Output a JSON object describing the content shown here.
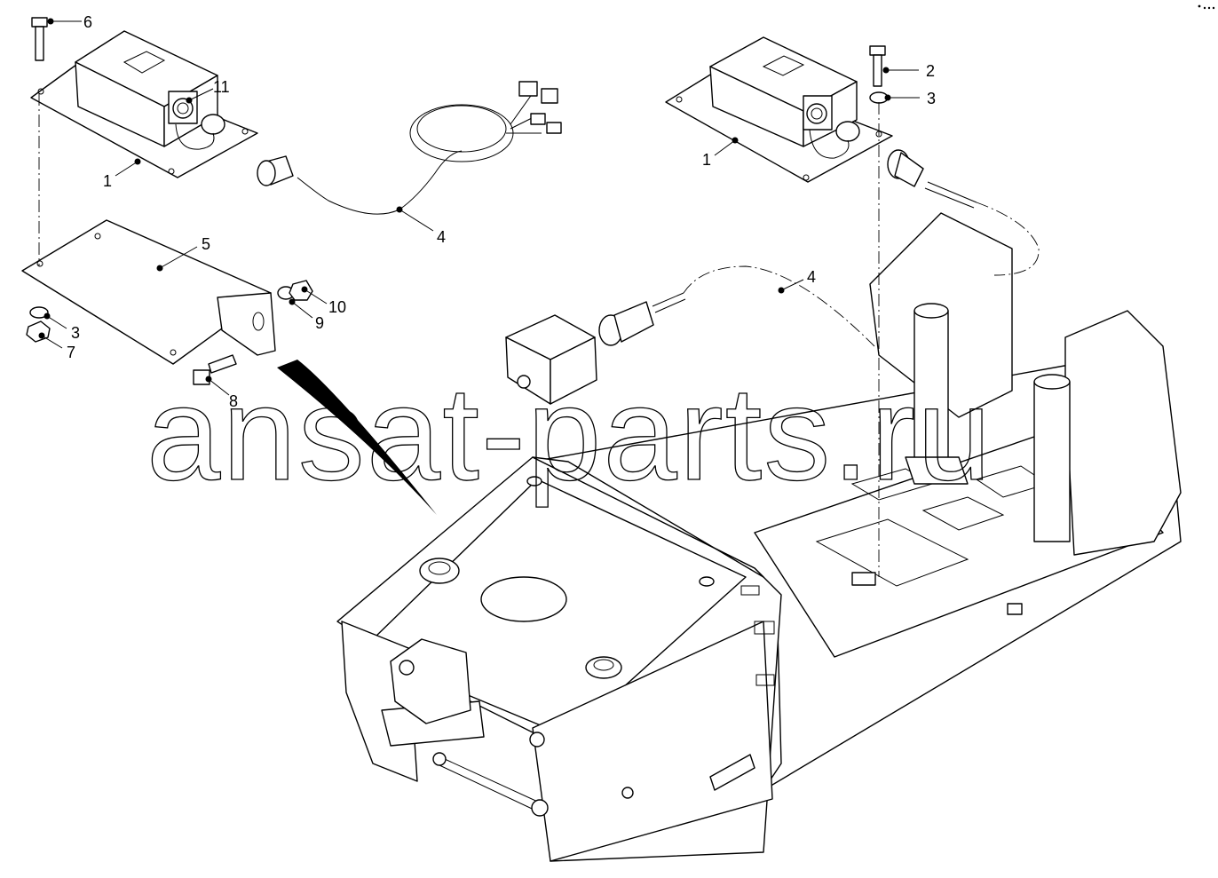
{
  "diagram": {
    "watermark": "ansat-parts.ru",
    "callouts": [
      {
        "id": "c6",
        "label": "6"
      },
      {
        "id": "c11",
        "label": "11"
      },
      {
        "id": "c1a",
        "label": "1"
      },
      {
        "id": "c5",
        "label": "5"
      },
      {
        "id": "c10",
        "label": "10"
      },
      {
        "id": "c9",
        "label": "9"
      },
      {
        "id": "c3a",
        "label": "3"
      },
      {
        "id": "c7",
        "label": "7"
      },
      {
        "id": "c8",
        "label": "8"
      },
      {
        "id": "c4a",
        "label": "4"
      },
      {
        "id": "c2",
        "label": "2"
      },
      {
        "id": "c3b",
        "label": "3"
      },
      {
        "id": "c1b",
        "label": "1"
      },
      {
        "id": "c4b",
        "label": "4"
      }
    ],
    "icons": {
      "top_right": "dots-icon"
    }
  }
}
